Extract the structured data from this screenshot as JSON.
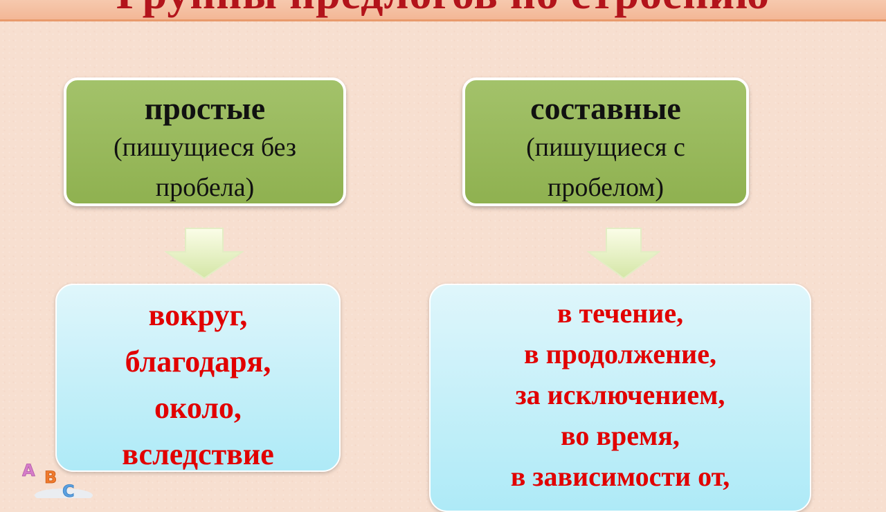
{
  "title": "Группы предлогов по строению",
  "left": {
    "heading": "простые",
    "subtitle": "(пишущиеся без пробела)",
    "examples": [
      "вокруг,",
      "благодаря,",
      "около,",
      "вследствие"
    ]
  },
  "right": {
    "heading": "составные",
    "subtitle": "(пишущиеся с пробелом)",
    "examples": [
      "в течение,",
      "в продолжение,",
      "за исключением,",
      "во время,",
      "в зависимости от,"
    ]
  },
  "decoration": {
    "letters": [
      "A",
      "B",
      "C"
    ]
  },
  "colors": {
    "green_box": "#96b658",
    "blue_box": "#b6ecf7",
    "example_text": "#e10000",
    "title_text": "#b3141b",
    "background": "#f7dfd0"
  },
  "icons": [
    "down-arrow-icon",
    "abc-letters-icon"
  ]
}
